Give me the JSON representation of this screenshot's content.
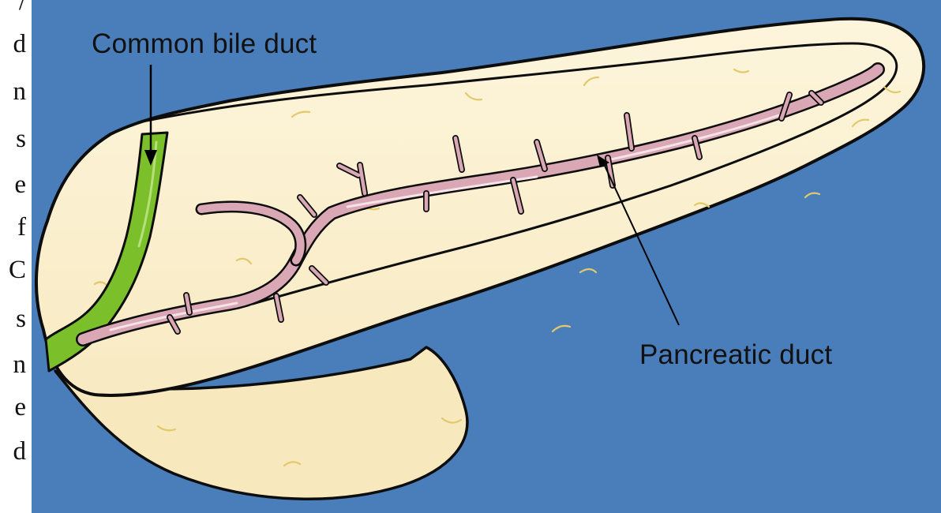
{
  "diagram": {
    "labels": {
      "common_bile_duct": "Common bile duct",
      "pancreatic_duct": "Pancreatic duct"
    },
    "clipped_text_edge": [
      "/",
      "d",
      "n",
      "s",
      "e",
      "f",
      "C",
      "s",
      "n",
      "e",
      "d"
    ]
  },
  "colors": {
    "background": "#4a7ebb",
    "pancreas_fill": "#fcf2d2",
    "pancreas_outline": "#0d0d0d",
    "common_bile_duct": "#7bbf2a",
    "pancreatic_duct": "#d9a8b4",
    "lobule_texture": "#e2c96a"
  }
}
